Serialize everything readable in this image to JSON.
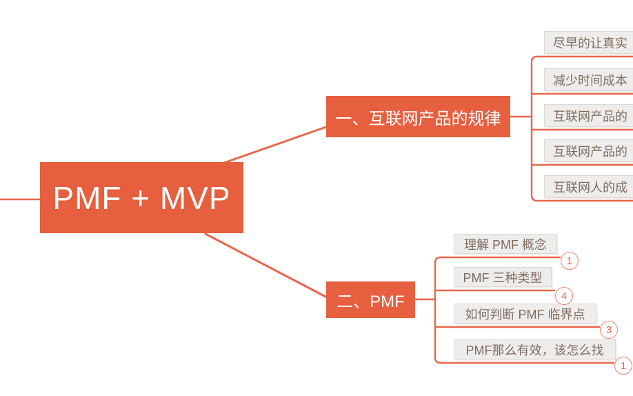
{
  "root": {
    "label": "PMF + MVP"
  },
  "branches": [
    {
      "label": "一、互联网产品的规律",
      "children": [
        {
          "label": "尽早的让真实"
        },
        {
          "label": "减少时间成本"
        },
        {
          "label": "互联网产品的"
        },
        {
          "label": "互联网产品的"
        },
        {
          "label": "互联网人的成"
        }
      ]
    },
    {
      "label": "二、PMF",
      "children": [
        {
          "label": "理解 PMF 概念",
          "badge": "1"
        },
        {
          "label": "PMF 三种类型",
          "badge": "4"
        },
        {
          "label": "如何判断 PMF 临界点",
          "badge": "3"
        },
        {
          "label": "PMF那么有效，该怎么找",
          "badge": "1"
        }
      ]
    }
  ],
  "colors": {
    "topic_fill": "#e65f3f",
    "connector_line": "#e8664a",
    "subtopic_bg": "#efedeb",
    "subtopic_border": "#dcd8d3",
    "subtopic_text": "#7d6d60",
    "badge": "#ed6549",
    "topic_text": "#ffffff"
  }
}
